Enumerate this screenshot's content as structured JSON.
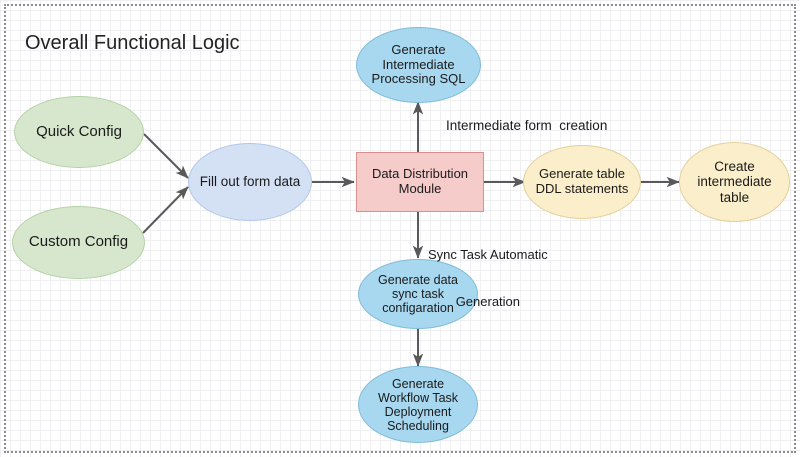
{
  "diagram": {
    "title": "Overall Functional Logic",
    "type": "flowchart",
    "colors": {
      "green_fill": "#d6e7cd",
      "green_stroke": "#b6d2a6",
      "blue_fill": "#d4e1f5",
      "blue_stroke": "#b3c7e8",
      "cyan_fill": "#a8d8ef",
      "cyan_stroke": "#7fbcd9",
      "yellow_fill": "#fbeeca",
      "yellow_stroke": "#e3cf9a",
      "red_fill": "#f6cccb",
      "red_stroke": "#d98f8d",
      "arrow": "#595959",
      "frame_border": "#8c8c8c"
    },
    "nodes": [
      {
        "id": "quick-config",
        "label": "Quick  Config",
        "shape": "ellipse",
        "color": "green"
      },
      {
        "id": "custom-config",
        "label": "Custom Config",
        "shape": "ellipse",
        "color": "green"
      },
      {
        "id": "fill-out-form-data",
        "label": "Fill out form data",
        "shape": "ellipse",
        "color": "blue"
      },
      {
        "id": "data-distribution-module",
        "label": "Data Distribution\nModule",
        "shape": "rectangle",
        "color": "red"
      },
      {
        "id": "generate-intermediate-processing-sql",
        "label": "Generate\nIntermediate\nProcessing SQL",
        "shape": "ellipse",
        "color": "cyan"
      },
      {
        "id": "generate-table-ddl-statements",
        "label": "Generate table\nDDL statements",
        "shape": "ellipse",
        "color": "yellow"
      },
      {
        "id": "create-intermediate-table",
        "label": "Create\nintermediate\ntable",
        "shape": "ellipse",
        "color": "yellow"
      },
      {
        "id": "generate-data-sync-task-configaration",
        "label": "Generate data\nsync task\nconfigaration",
        "shape": "ellipse",
        "color": "cyan"
      },
      {
        "id": "generate-workflow-task-deployment-scheduling",
        "label": "Generate\nWorkflow Task\nDeployment\nScheduling",
        "shape": "ellipse",
        "color": "cyan"
      }
    ],
    "edges": [
      {
        "from": "quick-config",
        "to": "fill-out-form-data",
        "label": ""
      },
      {
        "from": "custom-config",
        "to": "fill-out-form-data",
        "label": ""
      },
      {
        "from": "fill-out-form-data",
        "to": "data-distribution-module",
        "label": ""
      },
      {
        "from": "data-distribution-module",
        "to": "generate-intermediate-processing-sql",
        "label": ""
      },
      {
        "from": "data-distribution-module",
        "to": "generate-table-ddl-statements",
        "label": "Intermediate form  creation"
      },
      {
        "from": "data-distribution-module",
        "to": "generate-data-sync-task-configaration",
        "label": "Sync Task Automatic\nGeneration"
      },
      {
        "from": "generate-table-ddl-statements",
        "to": "create-intermediate-table",
        "label": ""
      },
      {
        "from": "generate-data-sync-task-configaration",
        "to": "generate-workflow-task-deployment-scheduling",
        "label": ""
      }
    ],
    "edge_labels": {
      "intermediate_form_creation": "Intermediate form  creation",
      "sync_task_line1": "Sync Task Automatic",
      "sync_task_line2": "Generation"
    },
    "node_labels": {
      "quick_config": "Quick  Config",
      "custom_config": "Custom Config",
      "fill_out_form_data": "Fill out form data",
      "data_distribution_module_l1": "Data Distribution",
      "data_distribution_module_l2": "Module",
      "gen_inter_sql_l1": "Generate",
      "gen_inter_sql_l2": "Intermediate",
      "gen_inter_sql_l3": "Processing SQL",
      "gen_table_ddl_l1": "Generate table",
      "gen_table_ddl_l2": "DDL statements",
      "create_inter_table_l1": "Create",
      "create_inter_table_l2": "intermediate",
      "create_inter_table_l3": "table",
      "gen_sync_task_l1": "Generate data",
      "gen_sync_task_l2": "sync task",
      "gen_sync_task_l3": "configaration",
      "gen_workflow_l1": "Generate",
      "gen_workflow_l2": "Workflow Task",
      "gen_workflow_l3": "Deployment",
      "gen_workflow_l4": "Scheduling"
    }
  }
}
